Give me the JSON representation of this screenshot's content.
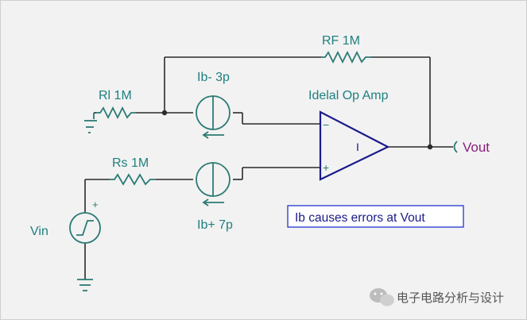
{
  "labels": {
    "rf": "RF 1M",
    "rl": "Rl 1M",
    "ib_minus": "Ib- 3p",
    "ib_plus": "Ib+ 7p",
    "opamp_title": "Idelal Op Amp",
    "rs": "Rs 1M",
    "vin": "Vin",
    "vout": "Vout",
    "opamp_symbol": "I",
    "minus": "−",
    "plus": "+",
    "source_plus": "+"
  },
  "note": {
    "text": "Ib causes errors at Vout"
  },
  "watermark": {
    "text": "电子电路分析与设计"
  },
  "colors": {
    "background": "#f2f2f2",
    "wire": "#2b2b2b",
    "component": "#2b7a74",
    "opamp": "#1b1b8a",
    "label": "#1f7f7f",
    "vout": "#8a1f7a",
    "note_border": "#2233cc",
    "note_text": "#1b1b8a"
  }
}
